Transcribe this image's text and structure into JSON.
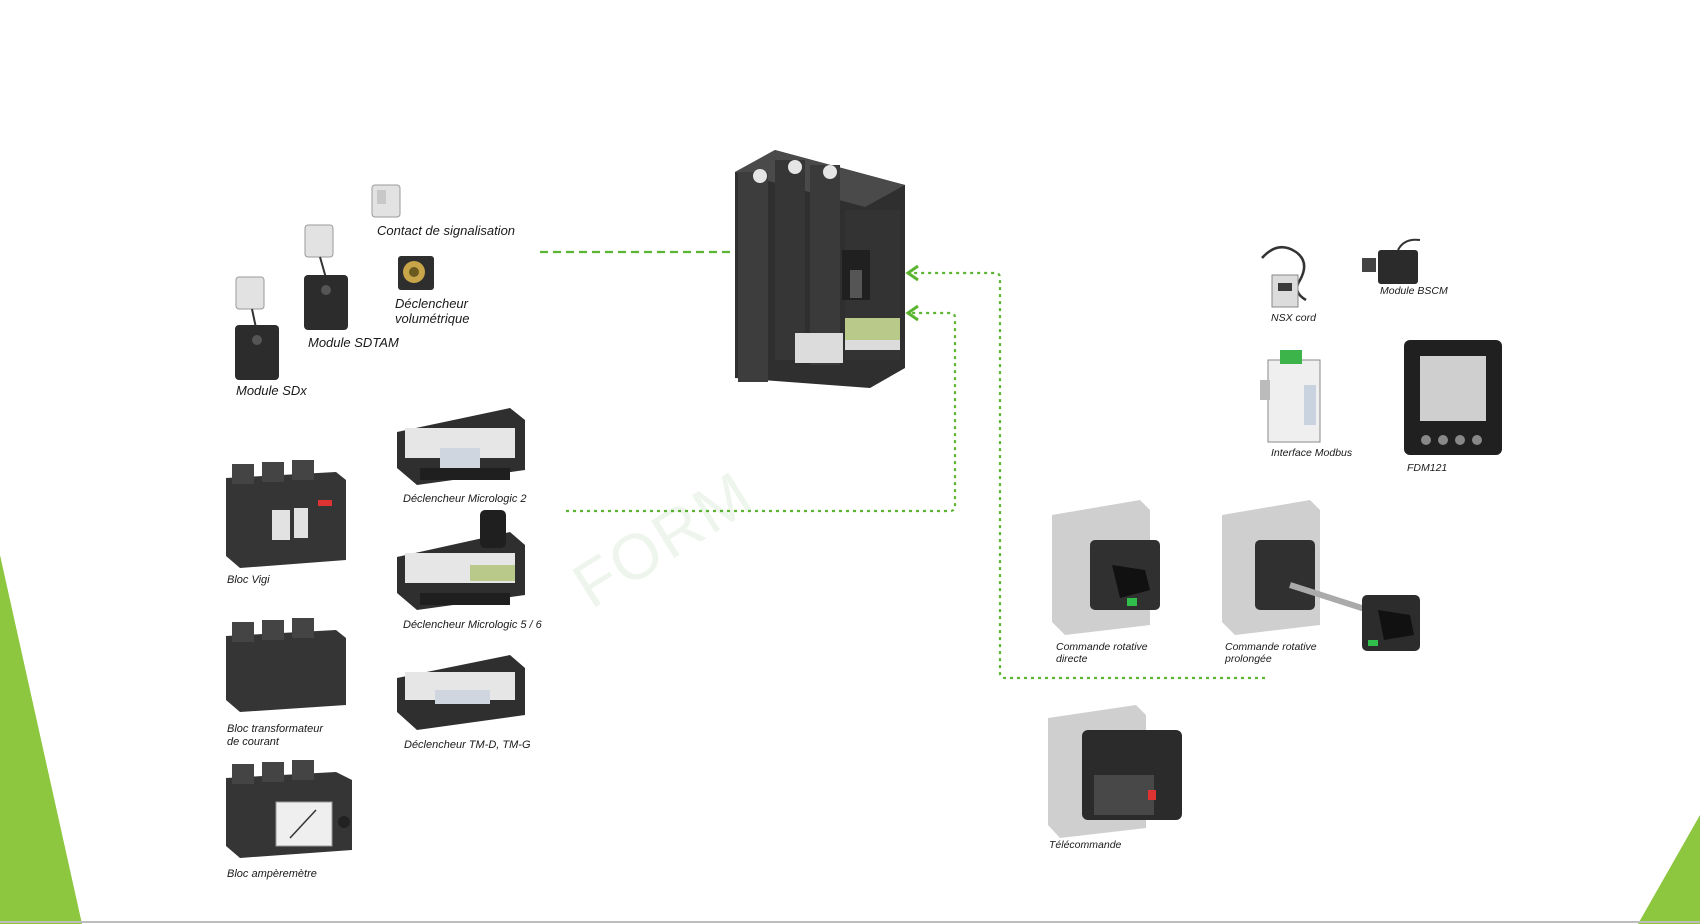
{
  "watermark": "FORM",
  "labels": {
    "contact_signalisation": "Contact de signalisation",
    "declencheur_volumetrique": "Déclencheur\nvolumétrique",
    "module_sdtam": "Module SDTAM",
    "module_sdx": "Module SDx",
    "micrologic_2": "Déclencheur Micrologic 2",
    "micrologic_5_6": "Déclencheur Micrologic 5 / 6",
    "tm_d_tm_g": "Déclencheur TM-D, TM-G",
    "bloc_vigi": "Bloc Vigi",
    "bloc_transformateur": "Bloc transformateur\nde courant",
    "bloc_amperemetre": "Bloc ampèremètre",
    "nsx_cord": "NSX cord",
    "module_bscm": "Module BSCM",
    "interface_modbus": "Interface Modbus",
    "fdm121": "FDM121",
    "commande_rotative_directe": "Commande rotative\ndirecte",
    "commande_rotative_prolongee": "Commande rotative\nprolongée",
    "telecommande": "Télécommande"
  },
  "colors": {
    "accent_green": "#8dc63f",
    "connector_green": "#5cb531",
    "body_dark": "#3a3a3a",
    "body_ghost": "#c9c9c9"
  }
}
